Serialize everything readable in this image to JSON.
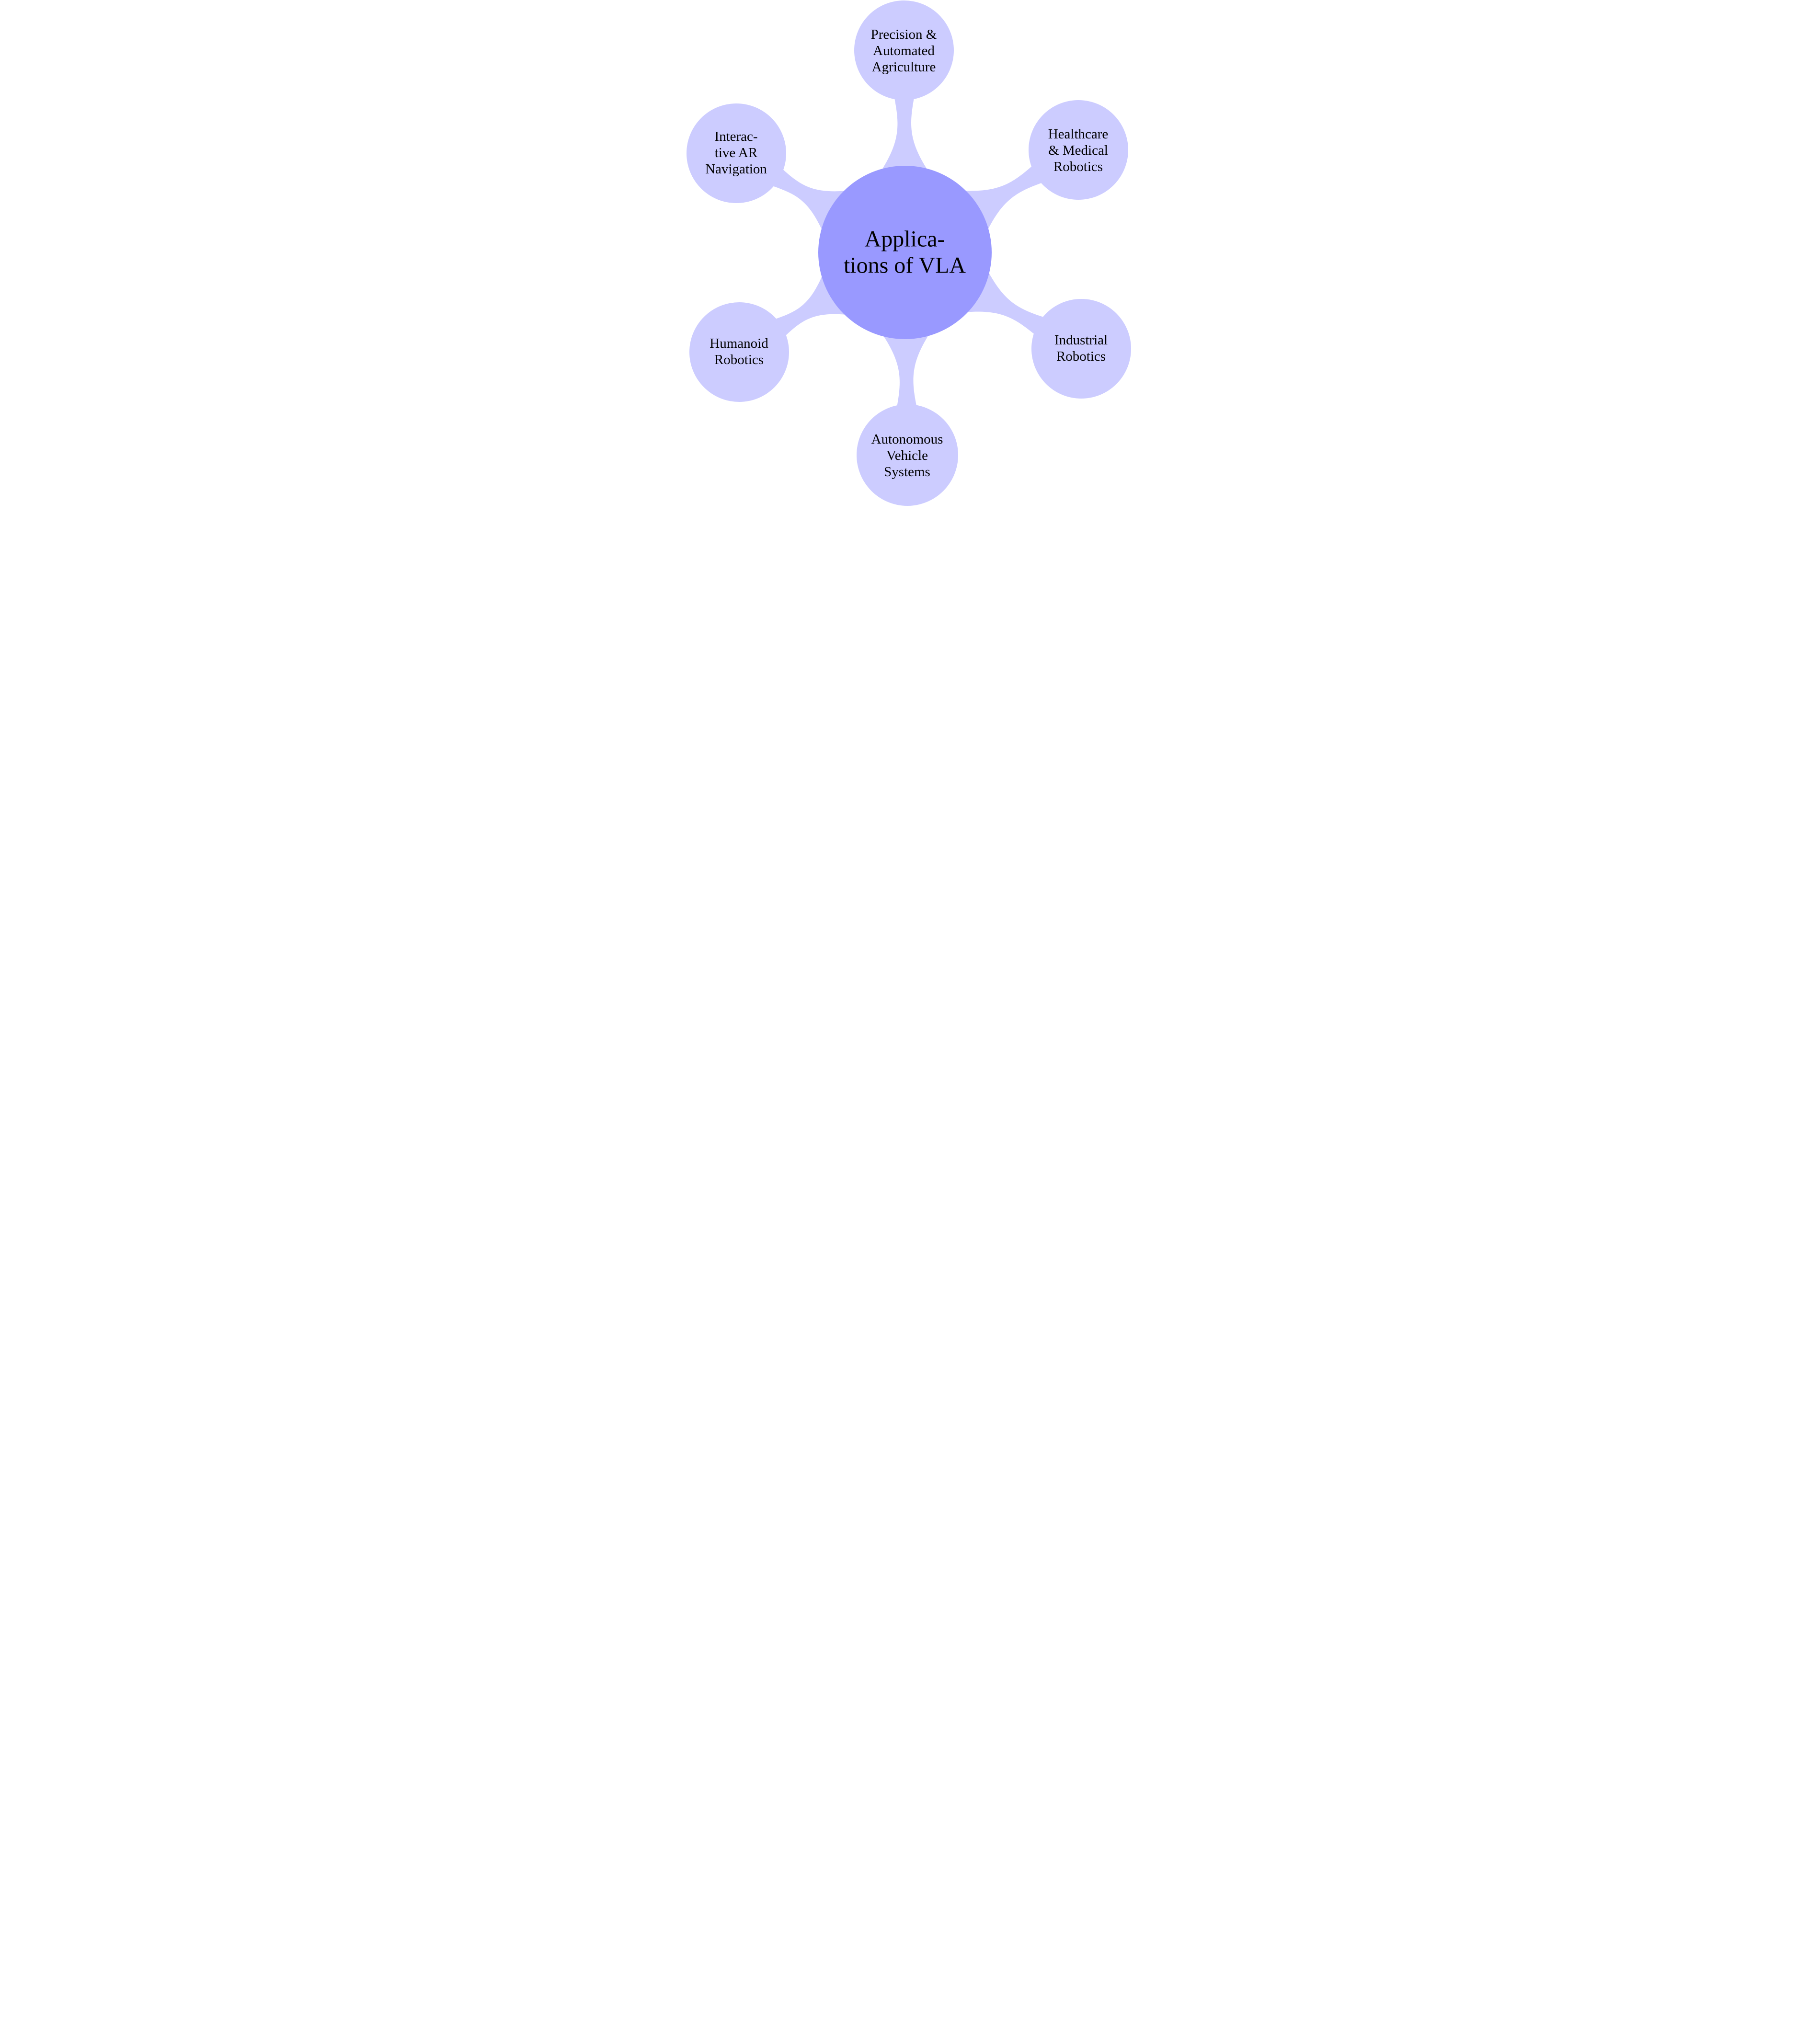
{
  "colors": {
    "background": "#ffffff",
    "center_fill": "#9999ff",
    "satellite_fill": "#ccccff",
    "connector_fill": "#ccccff",
    "text": "#000000"
  },
  "center": {
    "label": "Applica-\ntions of VLA"
  },
  "satellites": [
    {
      "id": "precision-automated-agriculture",
      "label": "Precision &\nAutomated\nAgriculture"
    },
    {
      "id": "healthcare-medical-robotics",
      "label": "Healthcare\n& Medical\nRobotics"
    },
    {
      "id": "industrial-robotics",
      "label": "Industrial\nRobotics"
    },
    {
      "id": "autonomous-vehicle-systems",
      "label": "Autonomous\nVehicle\nSystems"
    },
    {
      "id": "humanoid-robotics",
      "label": "Humanoid\nRobotics"
    },
    {
      "id": "interactive-ar-navigation",
      "label": "Interac-\ntive AR\nNavigation"
    }
  ]
}
